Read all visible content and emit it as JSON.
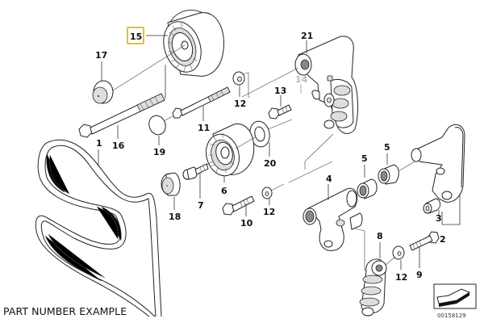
{
  "caption": "PART NUMBER EXAMPLE",
  "highlight": {
    "part": "15",
    "color": "#e8c21a"
  },
  "document_number": "00158129",
  "labels": {
    "p1": "1",
    "p2": "2",
    "p3": "3",
    "p4": "4",
    "p5a": "5",
    "p5b": "5",
    "p6": "6",
    "p7": "7",
    "p8": "8",
    "p9": "9",
    "p10": "10",
    "p11": "11",
    "p12a": "12",
    "p12b": "12",
    "p12c": "12",
    "p13": "13",
    "p14": "14",
    "p15": "15",
    "p16": "16",
    "p17": "17",
    "p18": "18",
    "p19": "19",
    "p20": "20",
    "p21": "21"
  },
  "parts": [
    {
      "number": "1",
      "name": "ribbed-v-belt"
    },
    {
      "number": "2",
      "name": "bracket-assembly"
    },
    {
      "number": "3",
      "name": "bushing"
    },
    {
      "number": "4",
      "name": "tensioner-arm"
    },
    {
      "number": "5",
      "name": "needle-bearing"
    },
    {
      "number": "6",
      "name": "deflection-pulley"
    },
    {
      "number": "7",
      "name": "bolt"
    },
    {
      "number": "8",
      "name": "hydraulic-tensioner"
    },
    {
      "number": "9",
      "name": "bolt"
    },
    {
      "number": "10",
      "name": "bolt"
    },
    {
      "number": "11",
      "name": "bolt"
    },
    {
      "number": "12",
      "name": "washer"
    },
    {
      "number": "13",
      "name": "bolt"
    },
    {
      "number": "14",
      "name": "clip"
    },
    {
      "number": "15",
      "name": "tension-pulley"
    },
    {
      "number": "16",
      "name": "bolt"
    },
    {
      "number": "17",
      "name": "cover-cap"
    },
    {
      "number": "18",
      "name": "cover-cap"
    },
    {
      "number": "19",
      "name": "cover-cap"
    },
    {
      "number": "20",
      "name": "washer"
    },
    {
      "number": "21",
      "name": "tensioner-housing"
    }
  ]
}
